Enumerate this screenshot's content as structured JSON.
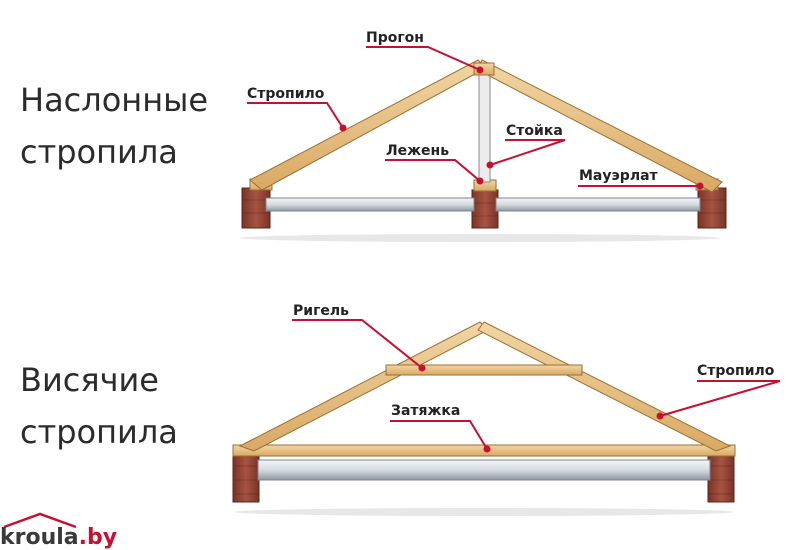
{
  "layered": {
    "title_line1": "Наслонные",
    "title_line2": "стропила",
    "labels": {
      "purlin": "Прогон",
      "rafter": "Стропило",
      "post": "Стойка",
      "sill": "Лежень",
      "wall_plate": "Мауэрлат"
    }
  },
  "hanging": {
    "title_line1": "Висячие",
    "title_line2": "стропила",
    "labels": {
      "collar": "Ригель",
      "rafter": "Стропило",
      "tie_beam": "Затяжка"
    }
  },
  "watermark": {
    "brand": "kroula",
    "tld": ".by"
  },
  "colors": {
    "leader": "#c8102e",
    "wood": "#e8c48a",
    "wood_edge": "#9a6f35",
    "brick": "#9b4a3c",
    "brick_dark": "#6f2f24",
    "ceiling": "#d9dde2",
    "ceiling_edge": "#7c8790"
  }
}
